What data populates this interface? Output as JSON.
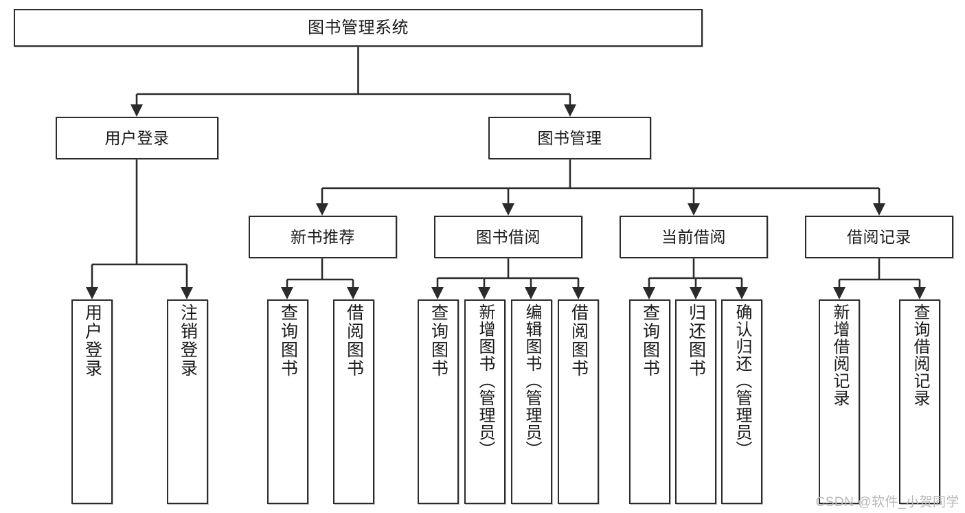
{
  "diagram": {
    "title": "图书管理系统",
    "levels": {
      "root": {
        "label": "图书管理系统"
      },
      "level2": [
        {
          "label": "用户登录"
        },
        {
          "label": "图书管理"
        }
      ],
      "level3": [
        {
          "label": "新书推荐"
        },
        {
          "label": "图书借阅"
        },
        {
          "label": "当前借阅"
        },
        {
          "label": "借阅记录"
        }
      ],
      "leaves_user_login": [
        {
          "label": "用户登录"
        },
        {
          "label": "注销登录"
        }
      ],
      "leaves_new_book": [
        {
          "label": "查询图书"
        },
        {
          "label": "借阅图书"
        }
      ],
      "leaves_borrow": [
        {
          "label": "查询图书"
        },
        {
          "label": "新增图书（管理员）"
        },
        {
          "label": "编辑图书（管理员）"
        },
        {
          "label": "借阅图书"
        }
      ],
      "leaves_current": [
        {
          "label": "查询图书"
        },
        {
          "label": "归还图书"
        },
        {
          "label": "确认归还（管理员）"
        }
      ],
      "leaves_records": [
        {
          "label": "新增借阅记录"
        },
        {
          "label": "查询借阅记录"
        }
      ]
    }
  },
  "watermark": {
    "text": "CSDN @软件_小贺同学"
  },
  "colors": {
    "stroke": "#2b2b2b",
    "background": "#ffffff",
    "text": "#1a1a1a",
    "watermark": "#b9b9b9"
  }
}
